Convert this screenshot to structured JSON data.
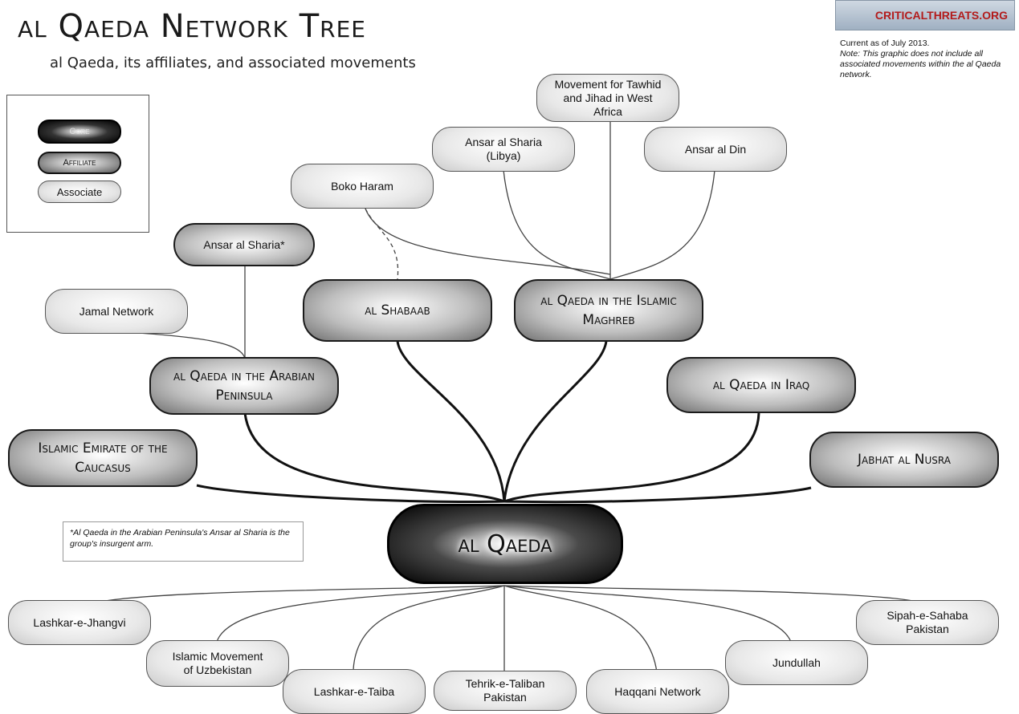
{
  "title": "al Qaeda Network Tree",
  "subtitle": "al Qaeda, its affiliates, and associated movements",
  "logo": {
    "text": "CRITICALTHREATS.ORG"
  },
  "note": {
    "current": "Current as of July 2013.",
    "disclaimer": "Note: This graphic does not include all associated movements within the al Qaeda network."
  },
  "legend": {
    "core": "Core",
    "affiliate": "Affiliate",
    "associate": "Associate"
  },
  "footnote": "*Al Qaeda in the Arabian Peninsula's Ansar al Sharia is the group's insurgent arm.",
  "core": {
    "label": "al Qaeda"
  },
  "affiliates": {
    "aqap": "al Qaeda in the Arabian Peninsula",
    "shabaab": "al Shabaab",
    "aqim": "al Qaeda in the Islamic Maghreb",
    "aqi": "al Qaeda in Iraq",
    "caucasus": "Islamic Emirate of the Caucasus",
    "nusra": "Jabhat al Nusra"
  },
  "associates": {
    "mujao": "Movement for Tawhid and Jihad in West Africa",
    "ansar_libya": "Ansar al Sharia (Libya)",
    "ansar_din": "Ansar al Din",
    "boko": "Boko Haram",
    "ansar_sharia": "Ansar al Sharia*",
    "jamal": "Jamal Network",
    "lej": "Lashkar-e-Jhangvi",
    "imu": "Islamic Movement of Uzbekistan",
    "let": "Lashkar-e-Taiba",
    "ttp": "Tehrik-e-Taliban Pakistan",
    "haqqani": "Haqqani Network",
    "jundullah": "Jundullah",
    "ssp": "Sipah-e-Sahaba Pakistan"
  }
}
